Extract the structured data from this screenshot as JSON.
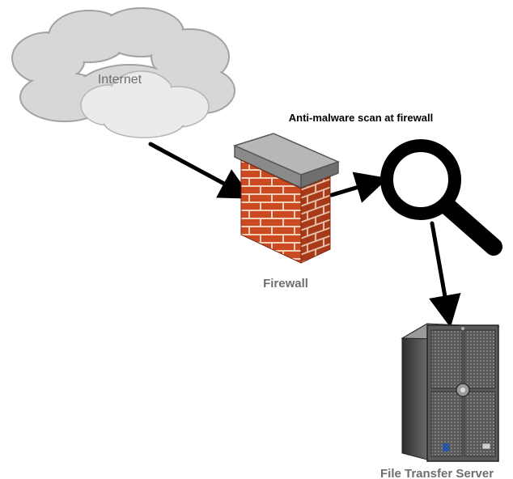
{
  "diagram": {
    "nodes": {
      "internet": {
        "label": "Internet"
      },
      "firewall": {
        "label": "Firewall"
      },
      "scan": {
        "label": "Anti-malware scan at firewall"
      },
      "server": {
        "label": "File Transfer Server"
      }
    },
    "edges": [
      {
        "from": "internet",
        "to": "firewall"
      },
      {
        "from": "firewall",
        "to": "scan"
      },
      {
        "from": "scan",
        "to": "server"
      }
    ]
  },
  "colors": {
    "cloud_fill": "#d9d9d9",
    "cloud_stroke": "#9a9a9a",
    "brick": "#cc4a22",
    "mortar": "#f0d2bd",
    "firewall_cap": "#9c9c9c",
    "arrow": "#000000",
    "magnifier": "#000000",
    "server_body": "#555555",
    "label_gray": "#6e6e6e"
  },
  "icons": {
    "internet": "cloud-icon",
    "firewall": "brick-wall-icon",
    "scan": "magnifying-glass-icon",
    "server": "tower-server-icon"
  }
}
